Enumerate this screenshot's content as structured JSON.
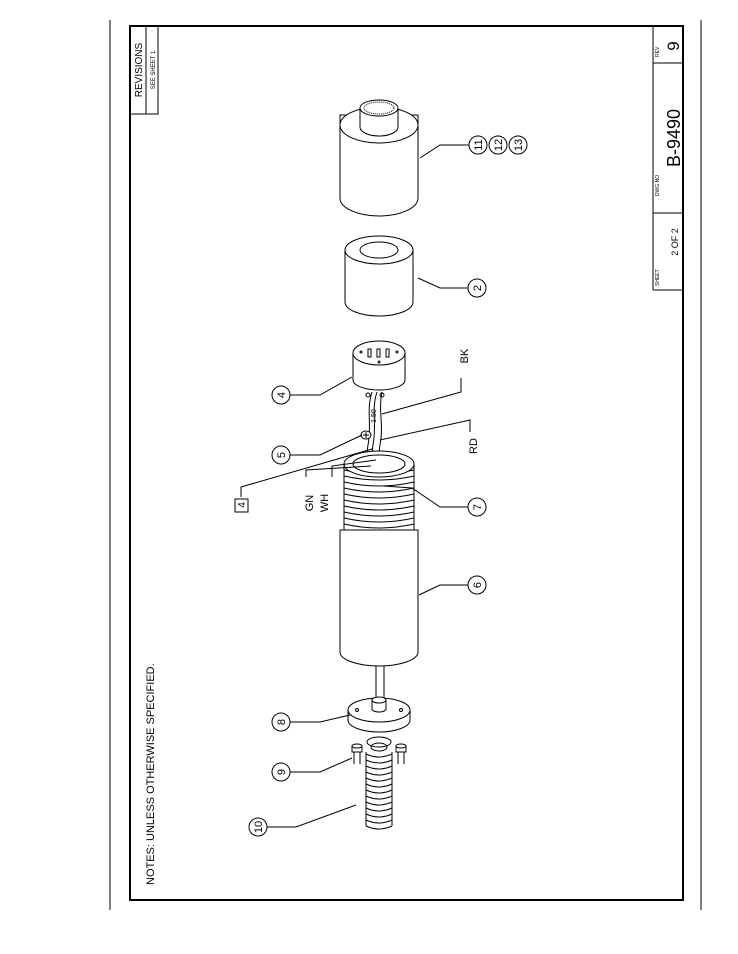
{
  "title_block": {
    "revisions_label": "REVISIONS",
    "revisions_note": "SEE SHEET 1",
    "rev_label": "REV",
    "rev_value": "9",
    "dwg_no_label": "DWG NO",
    "dwg_no_value": "B-9490",
    "sheet_label": "SHEET",
    "sheet_value": "2 OF 2"
  },
  "notes": {
    "text": "NOTES: UNLESS OTHERWISE SPECIFIED."
  },
  "balloons": {
    "b2": "2",
    "b4": "4",
    "b5": "5",
    "b6": "6",
    "b7": "7",
    "b8": "8",
    "b9": "9",
    "b10": "10",
    "b11": "11",
    "b12": "12",
    "b13": "13"
  },
  "flag_note": {
    "text": "4"
  },
  "wire_labels": {
    "bk": "BK",
    "rd": "RD",
    "gn": "GN",
    "wh": "WH",
    "dim": "1.50"
  }
}
